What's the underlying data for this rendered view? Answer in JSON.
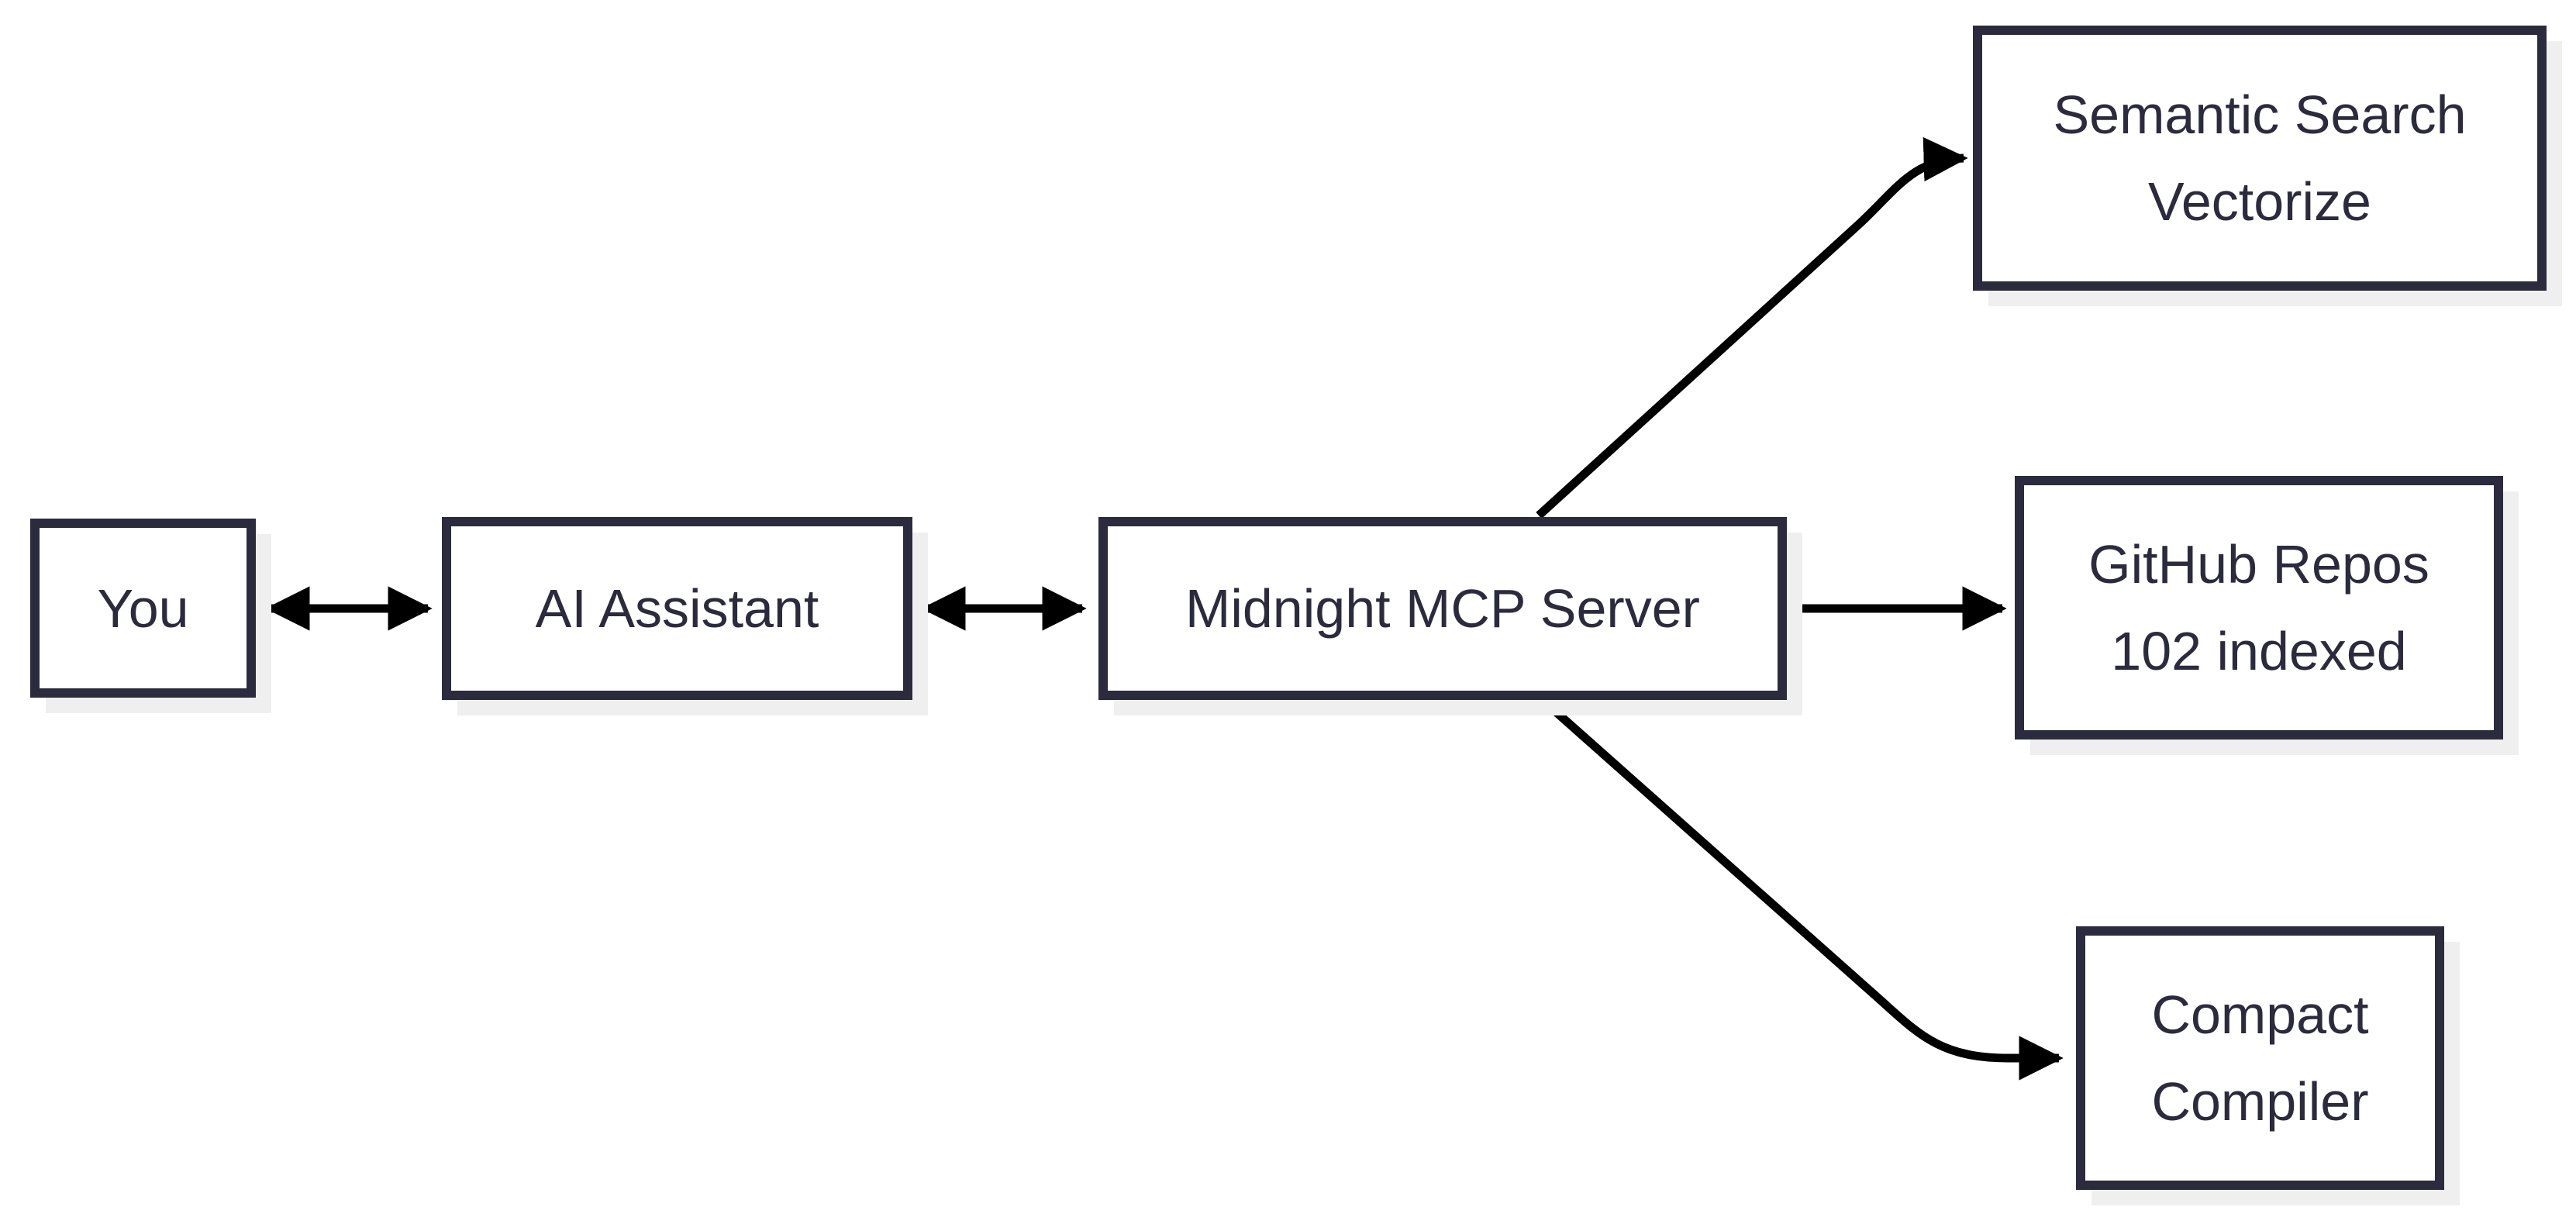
{
  "title": "Midnight MCP Server architecture diagram",
  "nodes": {
    "you": {
      "label": "You"
    },
    "ai_assistant": {
      "label": "AI Assistant"
    },
    "mcp_server": {
      "label": "Midnight MCP Server"
    },
    "semantic_search": {
      "line1": "Semantic Search",
      "line2": "Vectorize"
    },
    "github_repos": {
      "line1": "GitHub Repos",
      "line2": "102 indexed"
    },
    "compact_compiler": {
      "line1": "Compact",
      "line2": "Compiler"
    }
  },
  "edges": [
    {
      "from": "you",
      "to": "ai_assistant",
      "direction": "bidirectional"
    },
    {
      "from": "ai_assistant",
      "to": "mcp_server",
      "direction": "bidirectional"
    },
    {
      "from": "mcp_server",
      "to": "semantic_search",
      "direction": "forward"
    },
    {
      "from": "mcp_server",
      "to": "github_repos",
      "direction": "forward"
    },
    {
      "from": "mcp_server",
      "to": "compact_compiler",
      "direction": "forward"
    }
  ],
  "colors": {
    "border": "#2b2b3d",
    "text": "#2b2b3d",
    "arrow": "#000000",
    "shadow": "#efefef",
    "background": "#ffffff"
  }
}
